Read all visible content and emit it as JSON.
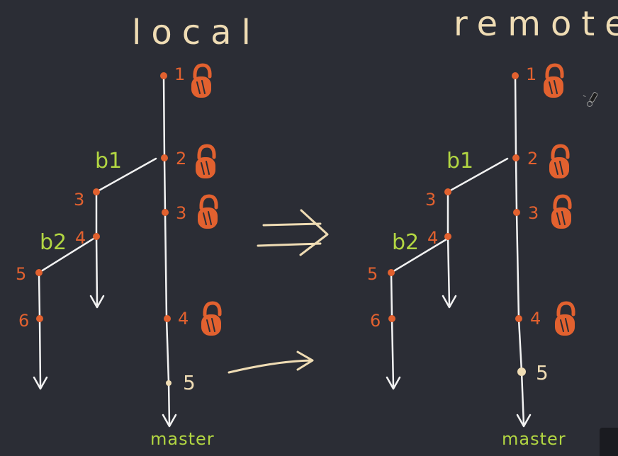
{
  "titles": {
    "local": "local",
    "remote": "remote"
  },
  "branches": {
    "b1": "b1",
    "b2": "b2",
    "master": "master"
  },
  "commits": {
    "main": [
      "1",
      "2",
      "3",
      "4",
      "5"
    ],
    "b1": [
      "3",
      "4"
    ],
    "b2": [
      "5",
      "6"
    ]
  },
  "colors": {
    "background": "#2b2d35",
    "line": "#f2f2f2",
    "commit": "#e2612f",
    "branch_label": "#b2d642",
    "title": "#efdcb4",
    "lock": "#e2612f"
  },
  "icons": [
    "lock-icon",
    "arrow-right-icon",
    "pen-cursor-icon"
  ]
}
